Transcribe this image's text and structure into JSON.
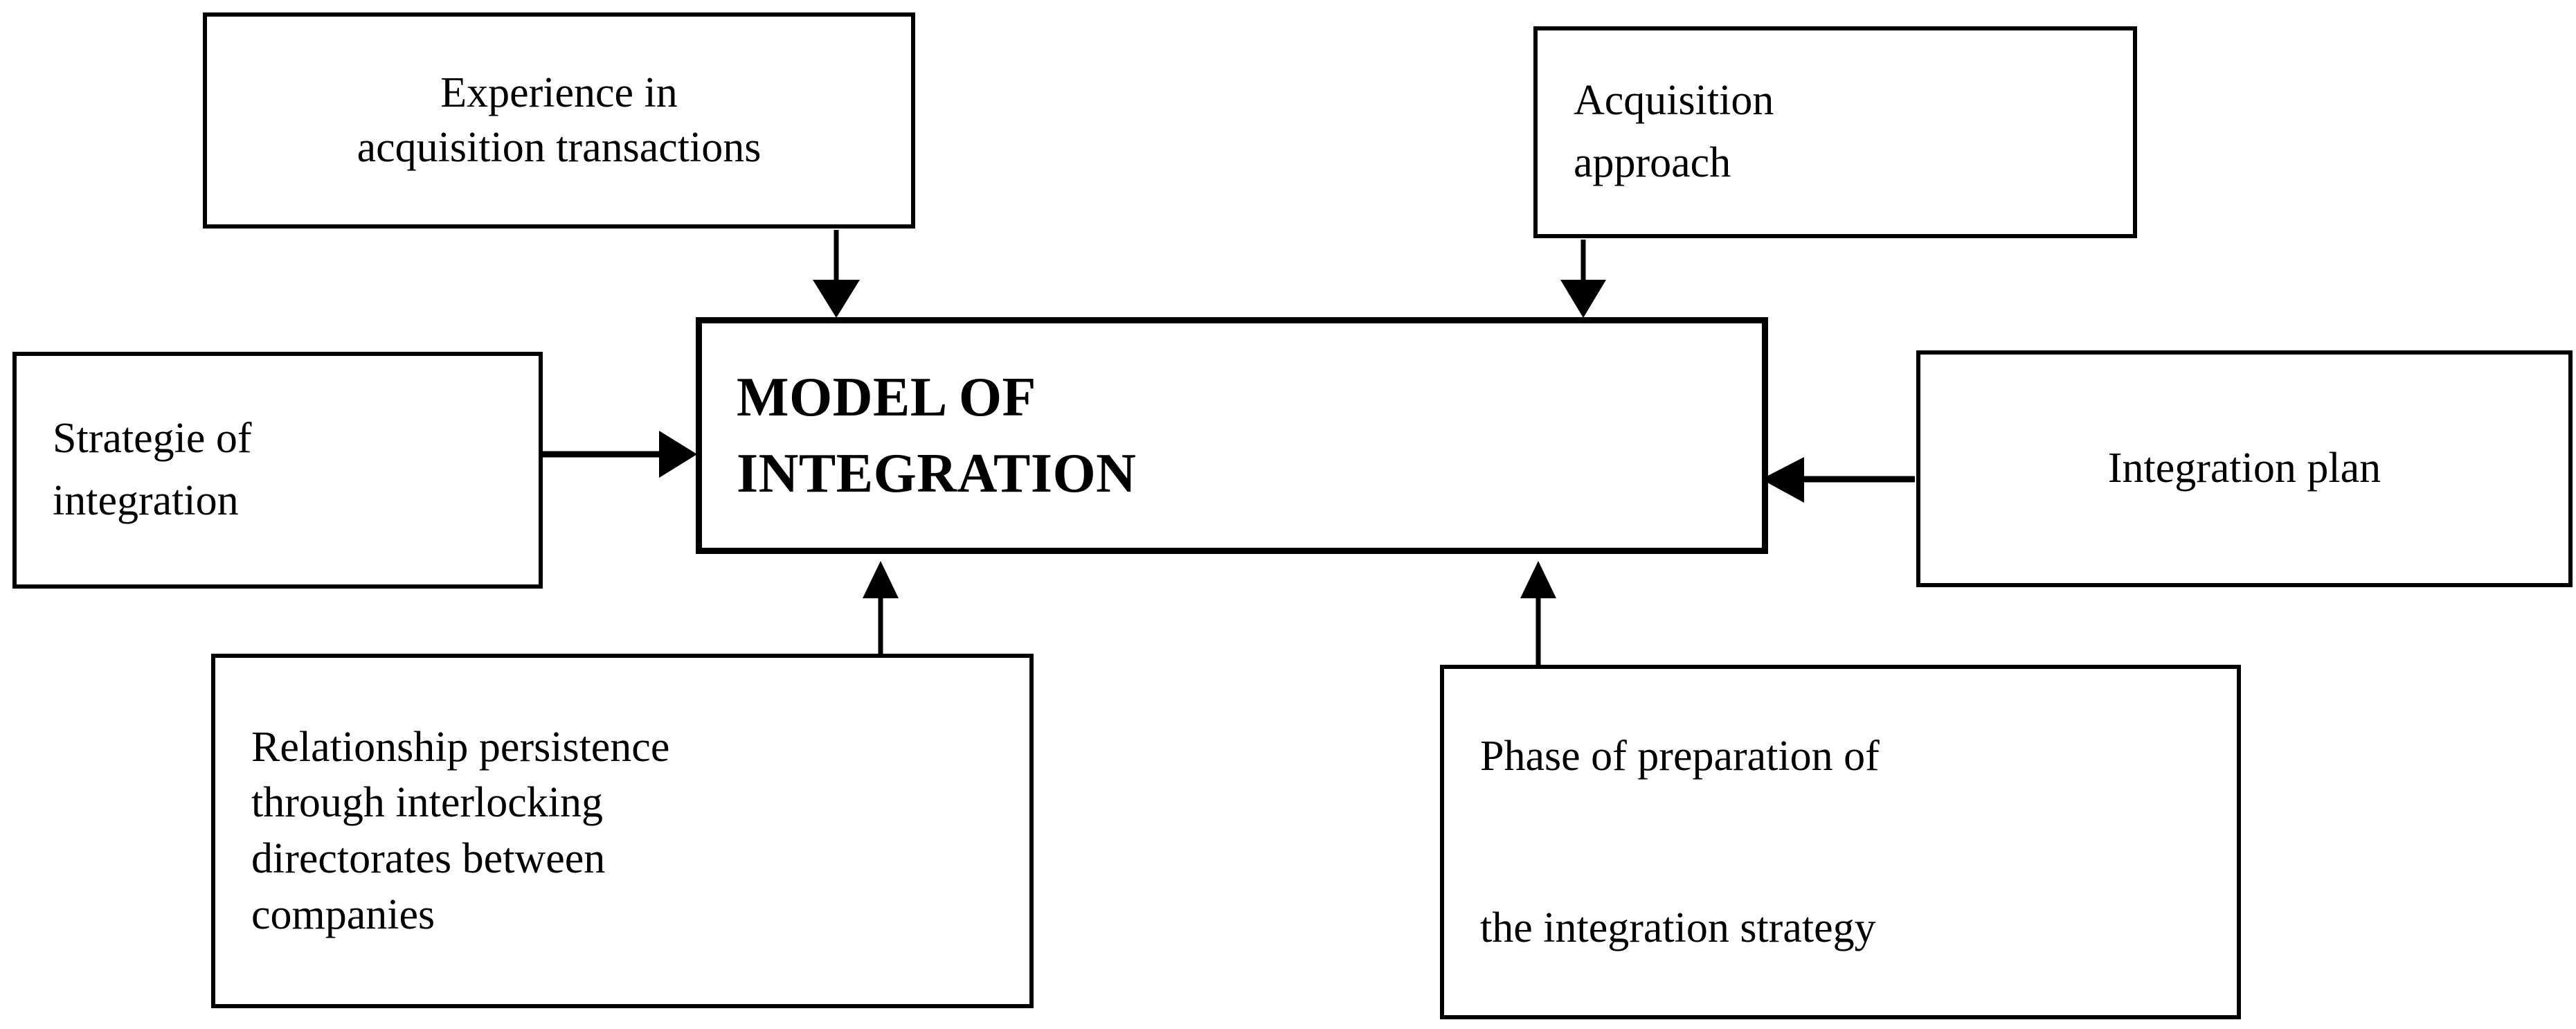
{
  "diagram": {
    "title": "MODEL OF INTEGRATION",
    "type": "influence-diagram",
    "background_color": "#ffffff",
    "line_color": "#000000",
    "nodes": {
      "center": {
        "id": "model-of-integration",
        "label": "MODEL OF\nINTEGRATION",
        "emphasis": "bold"
      },
      "top_left": {
        "id": "experience-in-acquisition-transactions",
        "label": "Experience in\nacquisition transactions"
      },
      "top_right": {
        "id": "acquisition-approach",
        "label": "Acquisition\napproach"
      },
      "left": {
        "id": "strategie-of-integration",
        "label": "Strategie of\nintegration"
      },
      "right": {
        "id": "integration-plan",
        "label": "Integration plan"
      },
      "bottom_left": {
        "id": "relationship-persistence",
        "label": "Relationship persistence\nthrough interlocking\ndirectorates between\ncompanies"
      },
      "bottom_right": {
        "id": "phase-of-preparation",
        "line1": "Phase   of   preparation   of",
        "line2": "the integration strategy"
      }
    },
    "edges": [
      {
        "from": "experience-in-acquisition-transactions",
        "to": "model-of-integration",
        "direction": "down"
      },
      {
        "from": "acquisition-approach",
        "to": "model-of-integration",
        "direction": "down"
      },
      {
        "from": "strategie-of-integration",
        "to": "model-of-integration",
        "direction": "right"
      },
      {
        "from": "integration-plan",
        "to": "model-of-integration",
        "direction": "left"
      },
      {
        "from": "relationship-persistence",
        "to": "model-of-integration",
        "direction": "up"
      },
      {
        "from": "phase-of-preparation",
        "to": "model-of-integration",
        "direction": "up"
      }
    ]
  }
}
